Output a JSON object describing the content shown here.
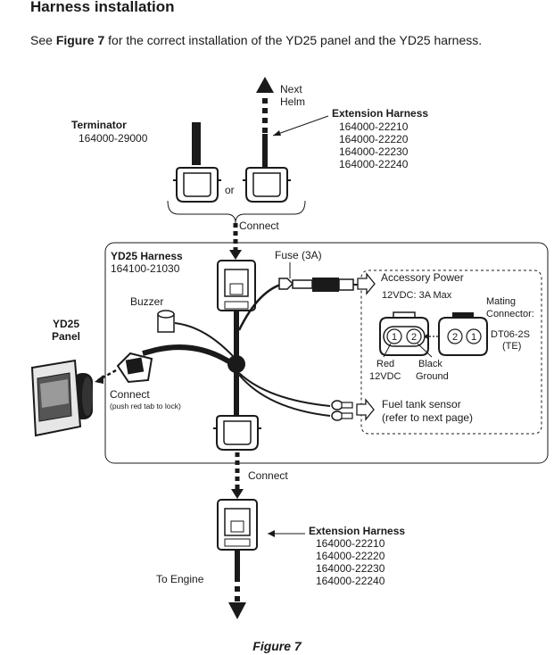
{
  "heading": "Harness installation",
  "intro": {
    "before": "See ",
    "figure_ref": "Figure 7",
    "after": " for the correct installation of the YD25 panel and the YD25 harness."
  },
  "labels": {
    "next_helm_1": "Next",
    "next_helm_2": "Helm",
    "terminator_title": "Terminator",
    "terminator_part": "164000-29000",
    "or": "or",
    "connect_top": "Connect",
    "ext_top_title": "Extension Harness",
    "ext_top_parts": [
      "164000-22210",
      "164000-22220",
      "164000-22230",
      "164000-22240"
    ],
    "yd25_harness_title": "YD25 Harness",
    "yd25_harness_part": "164100-21030",
    "fuse": "Fuse (3A)",
    "buzzer": "Buzzer",
    "yd25_panel_1": "YD25",
    "yd25_panel_2": "Panel",
    "connect_panel": "Connect",
    "push_tab": "(push red tab to lock)",
    "accessory_power": "Accessory Power",
    "accessory_spec": "12VDC: 3A Max",
    "mating_1": "Mating",
    "mating_2": "Connector:",
    "dt06_1": "DT06-2S",
    "dt06_2": "(TE)",
    "red": "Red",
    "red_v": "12VDC",
    "black": "Black",
    "ground": "Ground",
    "pin1": "1",
    "pin2": "2",
    "fuel_1": "Fuel tank sensor",
    "fuel_2": "(refer to next page)",
    "connect_bottom": "Connect",
    "ext_bottom_title": "Extension Harness",
    "ext_bottom_parts": [
      "164000-22210",
      "164000-22220",
      "164000-22230",
      "164000-22240"
    ],
    "to_engine": "To Engine"
  },
  "caption": "Figure 7"
}
